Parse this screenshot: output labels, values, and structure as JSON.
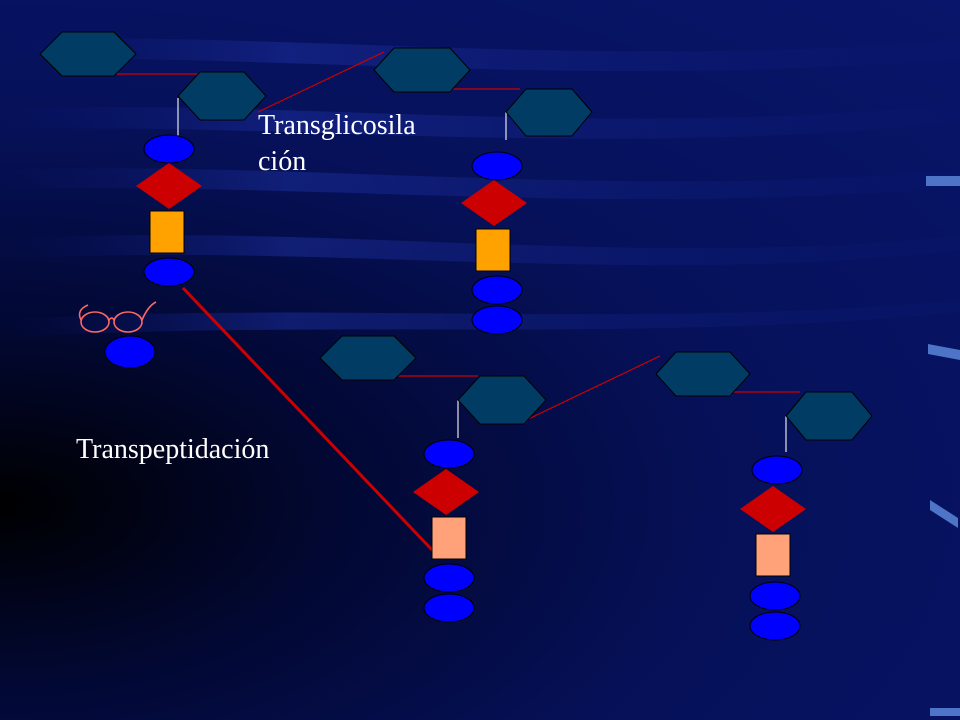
{
  "labels": {
    "transglicosilacion_line1": "Transglicosila",
    "transglicosilacion_line2": "ción",
    "transpeptidacion": "Transpeptidación"
  },
  "colors": {
    "hexagon_fill": "#003c64",
    "oval_fill": "#0000ff",
    "diamond_fill": "#cc0000",
    "square_fill_top": "#ffa200",
    "square_fill_bottom": "#ffa27a",
    "connector_red": "#cc0000",
    "connector_white": "#e6e6e6",
    "background": "#07105a"
  },
  "icons": {
    "glasses": "glasses-icon"
  }
}
